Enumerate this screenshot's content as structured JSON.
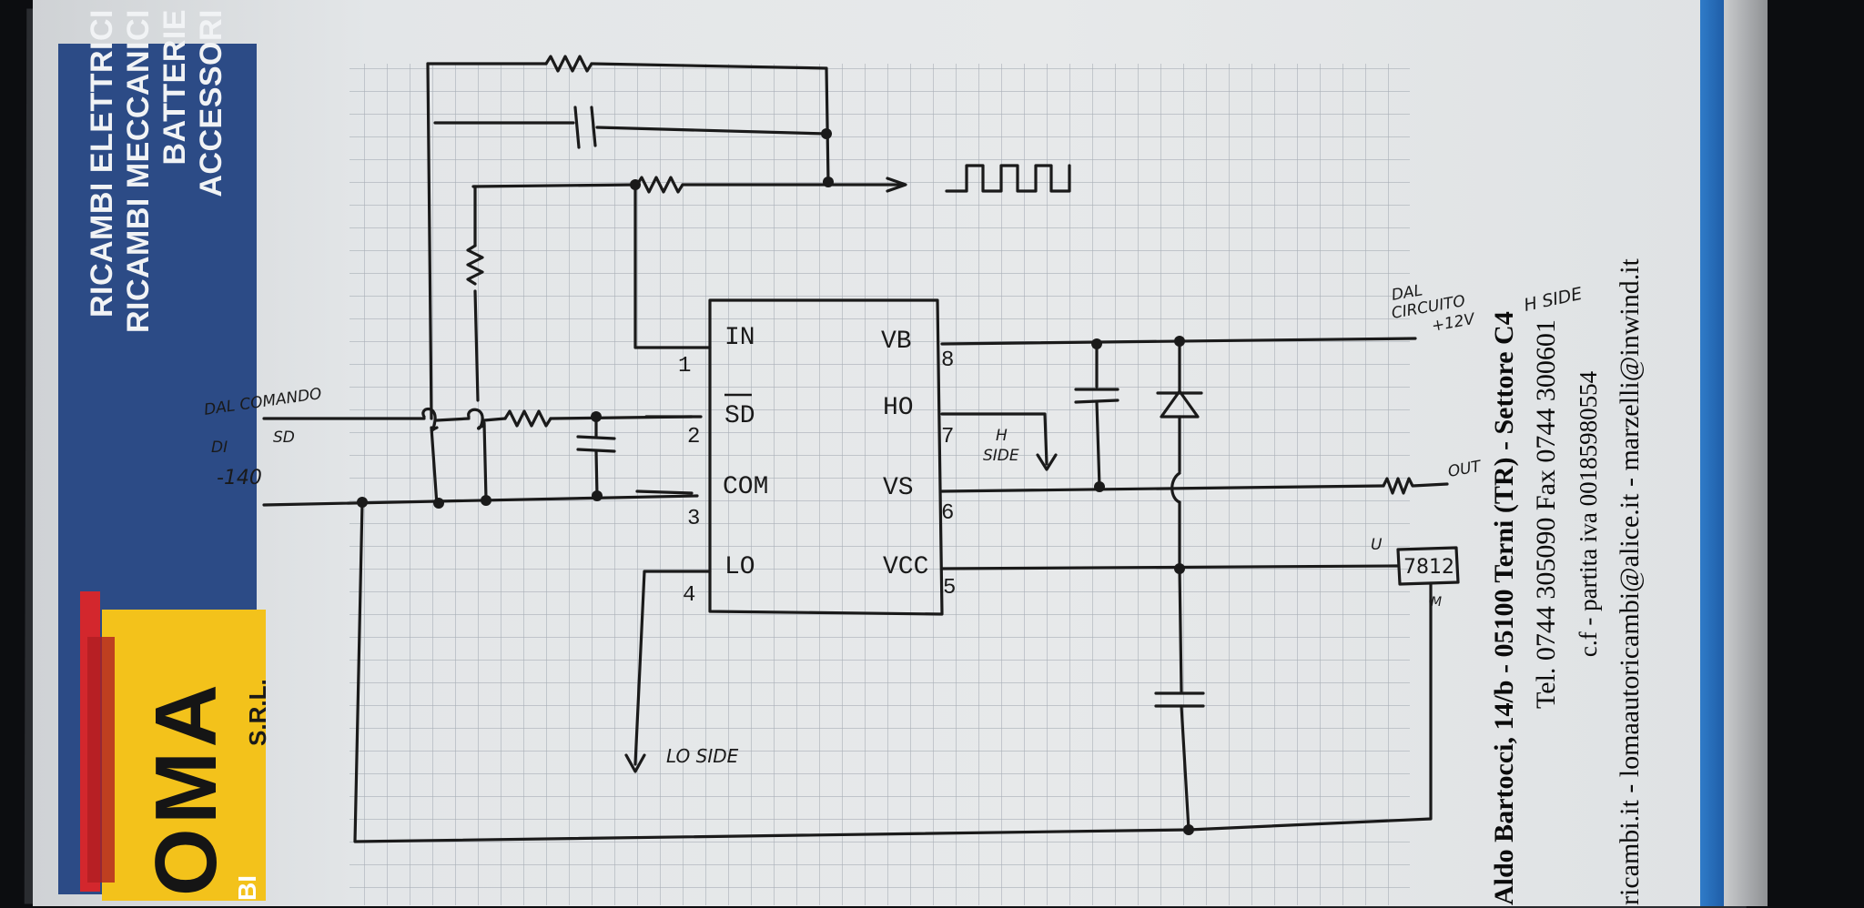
{
  "advert": {
    "lines": [
      "RICAMBI ELETTRICI",
      "RICAMBI MECCANICI",
      "BATTERIE",
      "ACCESSORI"
    ],
    "logo_letters": [
      "O",
      "M",
      "A"
    ],
    "logo_suffix": "S.R.L.",
    "logo_fragment": "BI",
    "colors": {
      "banner": "#2c4b86",
      "logo_yellow": "#f3c21b",
      "logo_red": "#d3272d"
    }
  },
  "address": {
    "line1": "Aldo Bartocci, 14/b - 05100 Terni (TR) - Settore C4",
    "line2": "Tel. 0744 305090 Fax 0744 300601",
    "line3": "c.f - partita iva 00185980554",
    "line4": "ricambi.it - lomaautoricambi@alice.it - marzelli@inwind.it"
  },
  "schematic": {
    "ic": {
      "pins_left": [
        {
          "num": "1",
          "name": "IN"
        },
        {
          "num": "2",
          "name": "SD"
        },
        {
          "num": "3",
          "name": "COM"
        },
        {
          "num": "4",
          "name": "LO"
        }
      ],
      "pins_right": [
        {
          "num": "8",
          "name": "VB"
        },
        {
          "num": "7",
          "name": "HO"
        },
        {
          "num": "6",
          "name": "VS"
        },
        {
          "num": "5",
          "name": "VCC"
        }
      ]
    },
    "notes": {
      "dal_comando_1": "DAL COMANDO",
      "dal_comando_2": "DI",
      "dal_comando_3": "SD",
      "minus_140": "-140",
      "dal_circuito_1": "DAL",
      "dal_circuito_2": "CIRCUITO",
      "dal_circuito_3": "+12V",
      "h_side_top": "H SIDE",
      "h_side_pin_1": "H",
      "h_side_pin_2": "SIDE",
      "out": "OUT",
      "lo_side": "LO SIDE",
      "regulator": "7812",
      "reg_u": "U",
      "reg_m": "M"
    },
    "colors": {
      "ink": "#1a1a1a",
      "grid": "#a9afb7"
    }
  }
}
